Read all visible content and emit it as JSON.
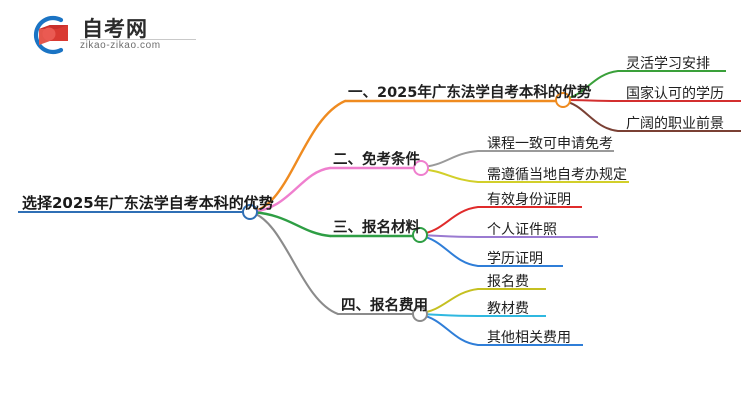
{
  "logo": {
    "name_cn": "自考网",
    "url": "zikao-zikao.com",
    "mark_icon": "graduation-book-icon",
    "arc_color": "#1b74c4",
    "book_color": "#d93a32"
  },
  "mindmap": {
    "root": {
      "label": "选择2025年广东法学自考本科的优势",
      "color": "#2f6fb5"
    },
    "branches": [
      {
        "label": "一、2025年广东法学自考本科的优势",
        "color": "#ef8b20",
        "children": [
          {
            "label": "灵活学习安排",
            "color": "#3aa03a"
          },
          {
            "label": "国家认可的学历",
            "color": "#d32f2f"
          },
          {
            "label": "广阔的职业前景",
            "color": "#7a4034"
          }
        ]
      },
      {
        "label": "二、免考条件",
        "color": "#ef7fce",
        "children": [
          {
            "label": "课程一致可申请免考",
            "color": "#9a9a9a"
          },
          {
            "label": "需遵循当地自考办规定",
            "color": "#d2cf2a"
          }
        ]
      },
      {
        "label": "三、报名材料",
        "color": "#2e9e44",
        "children": [
          {
            "label": "有效身份证明",
            "color": "#e02b2b"
          },
          {
            "label": "个人证件照",
            "color": "#9a7ad1"
          },
          {
            "label": "学历证明",
            "color": "#2f7ed8"
          }
        ]
      },
      {
        "label": "四、报名费用",
        "color": "#8b8b8b",
        "children": [
          {
            "label": "报名费",
            "color": "#c5c021"
          },
          {
            "label": "教材费",
            "color": "#2fb8e0"
          },
          {
            "label": "其他相关费用",
            "color": "#2f7ed8"
          }
        ]
      }
    ]
  }
}
